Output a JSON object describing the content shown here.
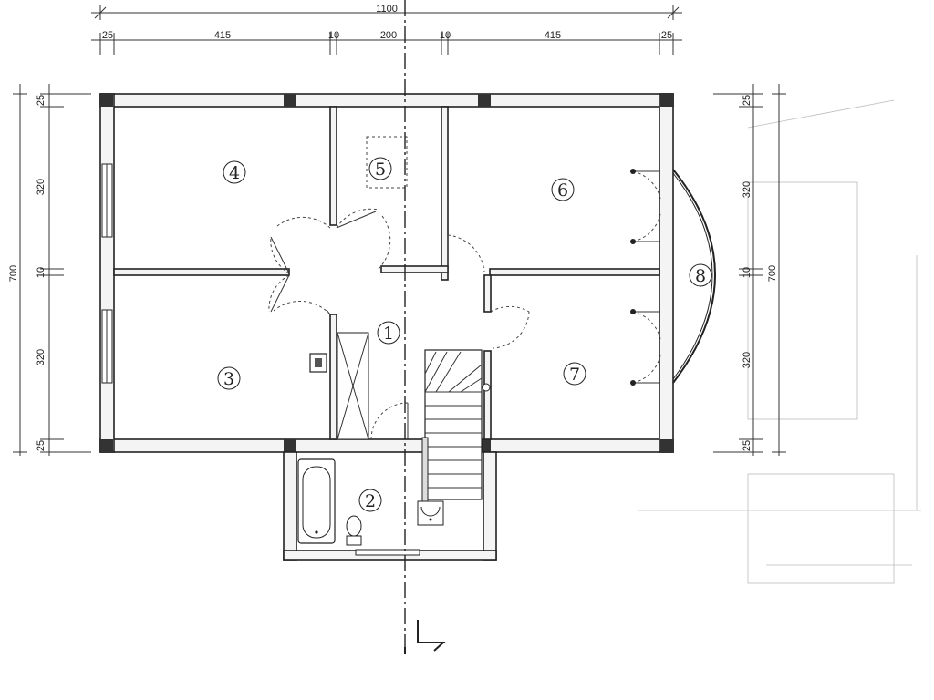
{
  "dimensions": {
    "top_total": "1100",
    "top_segments": [
      "25",
      "415",
      "10",
      "200",
      "10",
      "415",
      "25"
    ],
    "left_total": "700",
    "left_segments": [
      "25",
      "320",
      "10",
      "320",
      "25"
    ],
    "right_total": "700",
    "right_segments": [
      "25",
      "320",
      "10",
      "320",
      "25"
    ]
  },
  "rooms": [
    {
      "id": "1",
      "label": "1"
    },
    {
      "id": "2",
      "label": "2"
    },
    {
      "id": "3",
      "label": "3"
    },
    {
      "id": "4",
      "label": "4"
    },
    {
      "id": "5",
      "label": "5"
    },
    {
      "id": "6",
      "label": "6"
    },
    {
      "id": "7",
      "label": "7"
    },
    {
      "id": "8",
      "label": "8"
    }
  ]
}
